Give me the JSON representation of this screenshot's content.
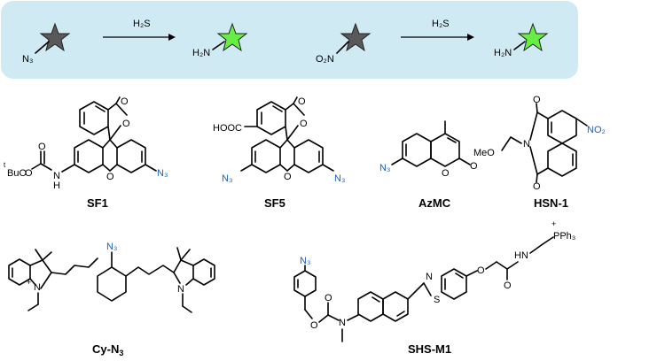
{
  "panel": {
    "color": "#cfeaf3",
    "reagent": "H₂S",
    "labels": {
      "azide": "N₃",
      "nitro": "O₂N",
      "amine": "H₂N"
    },
    "star_colors": {
      "quenched": "#595959",
      "fluorescent": "#66ee44"
    }
  },
  "compounds": [
    {
      "id": "SF1",
      "name": "SF1"
    },
    {
      "id": "SF5",
      "name": "SF5"
    },
    {
      "id": "AzMC",
      "name": "AzMC"
    },
    {
      "id": "HSN-1",
      "name": "HSN-1"
    },
    {
      "id": "Cy-N3",
      "name": "Cy-N",
      "sub": "3"
    },
    {
      "id": "SHS-M1",
      "name": "SHS-M1"
    }
  ],
  "atom_labels": {
    "O": "O",
    "N": "N",
    "NH": "N",
    "H": "H",
    "N3": "N₃",
    "NO2": "NO₂",
    "tBuO": "BuO",
    "t": "t",
    "HOOC": "HOOC",
    "MeO": "MeO",
    "S": "S",
    "PPh3": "PPh₃",
    "plus": "+",
    "HN": "HN"
  },
  "colors": {
    "azide_blue": "#1a5fb4"
  }
}
